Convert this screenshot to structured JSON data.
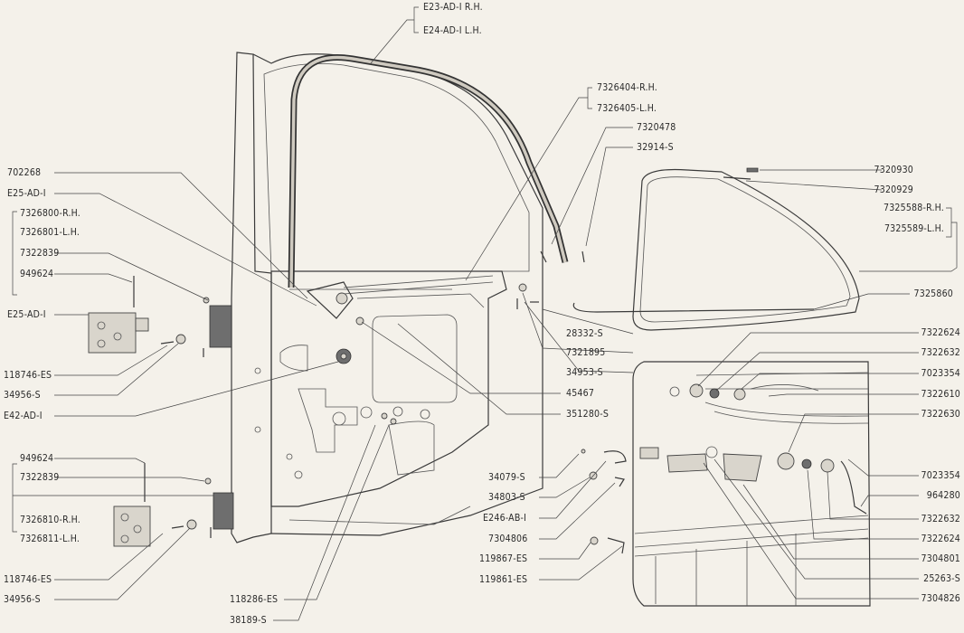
{
  "labels": {
    "l1": "E23-AD-I R.H.",
    "l2": "E24-AD-I L.H.",
    "l3": "7326404-R.H.",
    "l4": "7326405-L.H.",
    "l5": "7320478",
    "l6": "32914-S",
    "l7": "702268",
    "l8": "E25-AD-I",
    "l9": "7326800-R.H.",
    "l10": "7326801-L.H.",
    "l11": "7322839",
    "l12": "949624",
    "l13": "E25-AD-I",
    "l14": "118746-ES",
    "l15": "34956-S",
    "l16": "E42-AD-I",
    "l17": "7320930",
    "l18": "7320929",
    "l19": "7325588-R.H.",
    "l20": "7325589-L.H.",
    "l21": "7325860",
    "l22": "28332-S",
    "l23": "7321895",
    "l24": "34953-S",
    "l25": "45467",
    "l26": "351280-S",
    "l27": "7322624",
    "l28": "7322632",
    "l29": "7023354",
    "l30": "7322610",
    "l31": "7322630",
    "l32": "7023354",
    "l33": "964280",
    "l34": "7322632",
    "l35": "7322624",
    "l36": "7304801",
    "l37": "25263-S",
    "l38": "7304826",
    "l39": "949624",
    "l40": "7322839",
    "l41": "7326810-R.H.",
    "l42": "7326811-L.H.",
    "l43": "118746-ES",
    "l44": "34956-S",
    "l45": "118286-ES",
    "l46": "38189-S",
    "l47": "34079-S",
    "l48": "34803-S",
    "l49": "E246-AB-I",
    "l50": "7304806",
    "l51": "119867-ES",
    "l52": "119861-ES"
  }
}
